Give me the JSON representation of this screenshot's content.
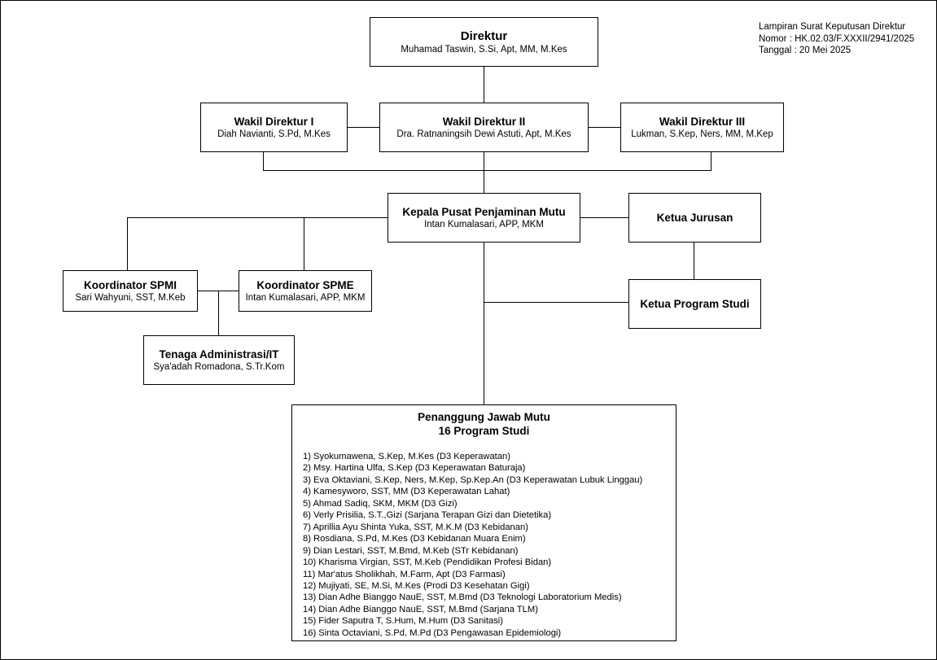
{
  "note": {
    "line1": "Lampiran Surat Keputusan Direktur",
    "line2": "Nomor : HK.02.03/F.XXXII/2941/2025",
    "line3": "Tanggal : 20 Mei 2025"
  },
  "direktur": {
    "title": "Direktur",
    "name": "Muhamad Taswin, S.Si, Apt, MM, M.Kes"
  },
  "wadir1": {
    "title": "Wakil Direktur I",
    "name": "Diah Navianti, S.Pd, M.Kes"
  },
  "wadir2": {
    "title": "Wakil Direktur II",
    "name": "Dra. Ratnaningsih Dewi Astuti, Apt, M.Kes"
  },
  "wadir3": {
    "title": "Wakil Direktur III",
    "name": "Lukman, S.Kep,  Ners, MM, M.Kep"
  },
  "kapus": {
    "title": "Kepala Pusat Penjaminan Mutu",
    "name": "Intan Kumalasari, APP, MKM"
  },
  "kajur": {
    "title": "Ketua Jurusan"
  },
  "kaprodi": {
    "title": "Ketua Program Studi"
  },
  "spmi": {
    "title": "Koordinator SPMI",
    "name": "Sari Wahyuni, SST, M.Keb"
  },
  "spme": {
    "title": "Koordinator SPME",
    "name": "Intan Kumalasari, APP, MKM"
  },
  "admin": {
    "title": "Tenaga Administrasi/IT",
    "name": "Sya'adah Romadona, S.Tr.Kom"
  },
  "pj": {
    "title1": "Penanggung Jawab Mutu",
    "title2": "16 Program Studi",
    "items": [
      "1) Syokumawena, S.Kep, M.Kes (D3 Keperawatan)",
      "2) Msy. Hartina Ulfa, S.Kep (D3 Keperawatan Baturaja)",
      "3) Eva Oktaviani, S.Kep, Ners, M.Kep, Sp.Kep.An (D3 Keperawatan Lubuk Linggau)",
      "4) Kamesyworo, SST, MM (D3 Keperawatan Lahat)",
      "5) Ahmad Sadiq, SKM, MKM (D3 Gizi)",
      "6) Verly Prisilia, S.T.,Gizi (Sarjana Terapan Gizi dan Dietetika)",
      "7) Aprillia Ayu Shinta Yuka, SST, M.K.M (D3 Kebidanan)",
      "8) Rosdiana, S.Pd, M.Kes (D3 Kebidanan Muara Enim)",
      "9) Dian Lestari, SST, M.Bmd, M.Keb (STr Kebidanan)",
      "10) Kharisma Virgian, SST, M.Keb (Pendidikan Profesi Bidan)",
      "11) Mar'atus Sholikhah, M.Farm, Apt (D3 Farmasi)",
      "12) Mujiyati, SE, M.Si, M.Kes (Prodi D3 Kesehatan Gigi)",
      "13) Dian Adhe Bianggo NauE, SST, M.Bmd (D3 Teknologi Laboratorium Medis)",
      "14) Dian Adhe Bianggo NauE, SST, M.Bmd (Sarjana TLM)",
      "15) Fider Saputra T, S.Hum, M.Hum (D3 Sanitasi)",
      "16) Sinta Octaviani, S.Pd, M.Pd (D3 Pengawasan Epidemiologi)"
    ]
  }
}
